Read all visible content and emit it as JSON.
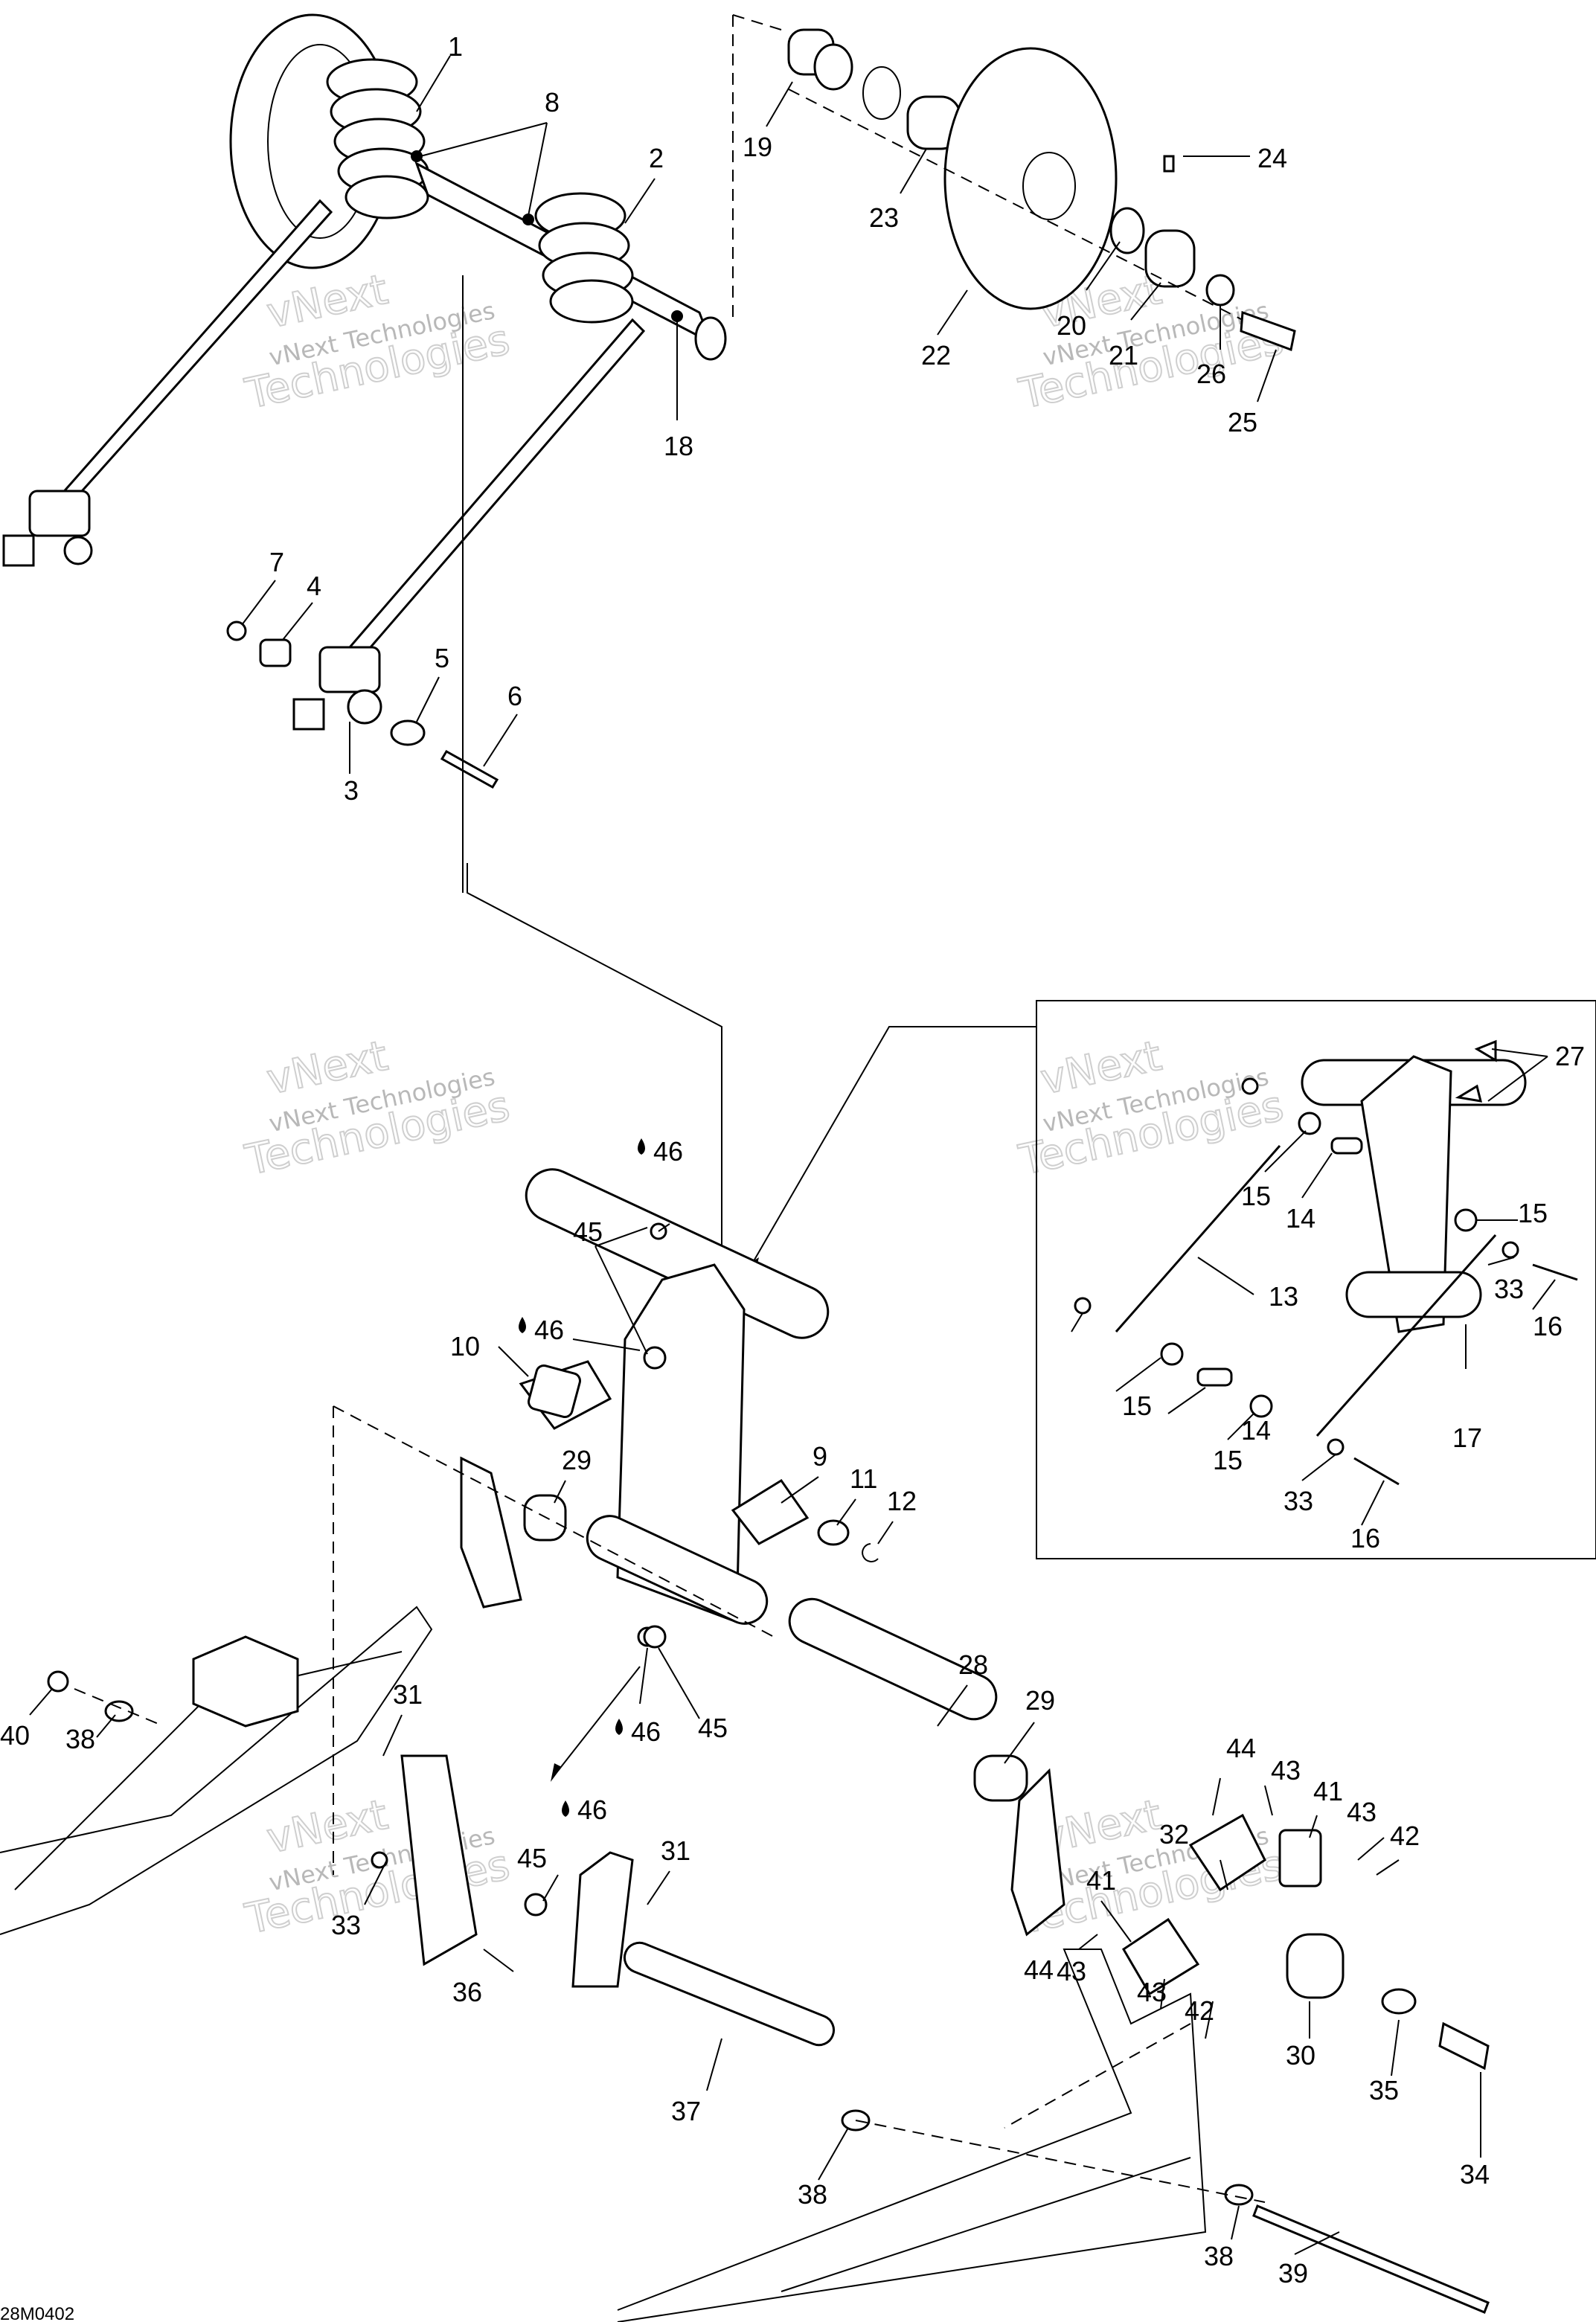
{
  "diagram": {
    "drawing_code": "28M0402",
    "watermark": [
      "vNext Technologies",
      "vNext",
      "Technologies"
    ],
    "callouts": [
      "1",
      "2",
      "3",
      "4",
      "5",
      "6",
      "7",
      "8",
      "9",
      "10",
      "11",
      "12",
      "13",
      "14",
      "15",
      "16",
      "17",
      "18",
      "19",
      "20",
      "21",
      "22",
      "23",
      "24",
      "25",
      "26",
      "27",
      "28",
      "29",
      "30",
      "31",
      "32",
      "33",
      "34",
      "35",
      "36",
      "37",
      "38",
      "39",
      "40",
      "41",
      "42",
      "43",
      "44",
      "45",
      "46"
    ]
  }
}
